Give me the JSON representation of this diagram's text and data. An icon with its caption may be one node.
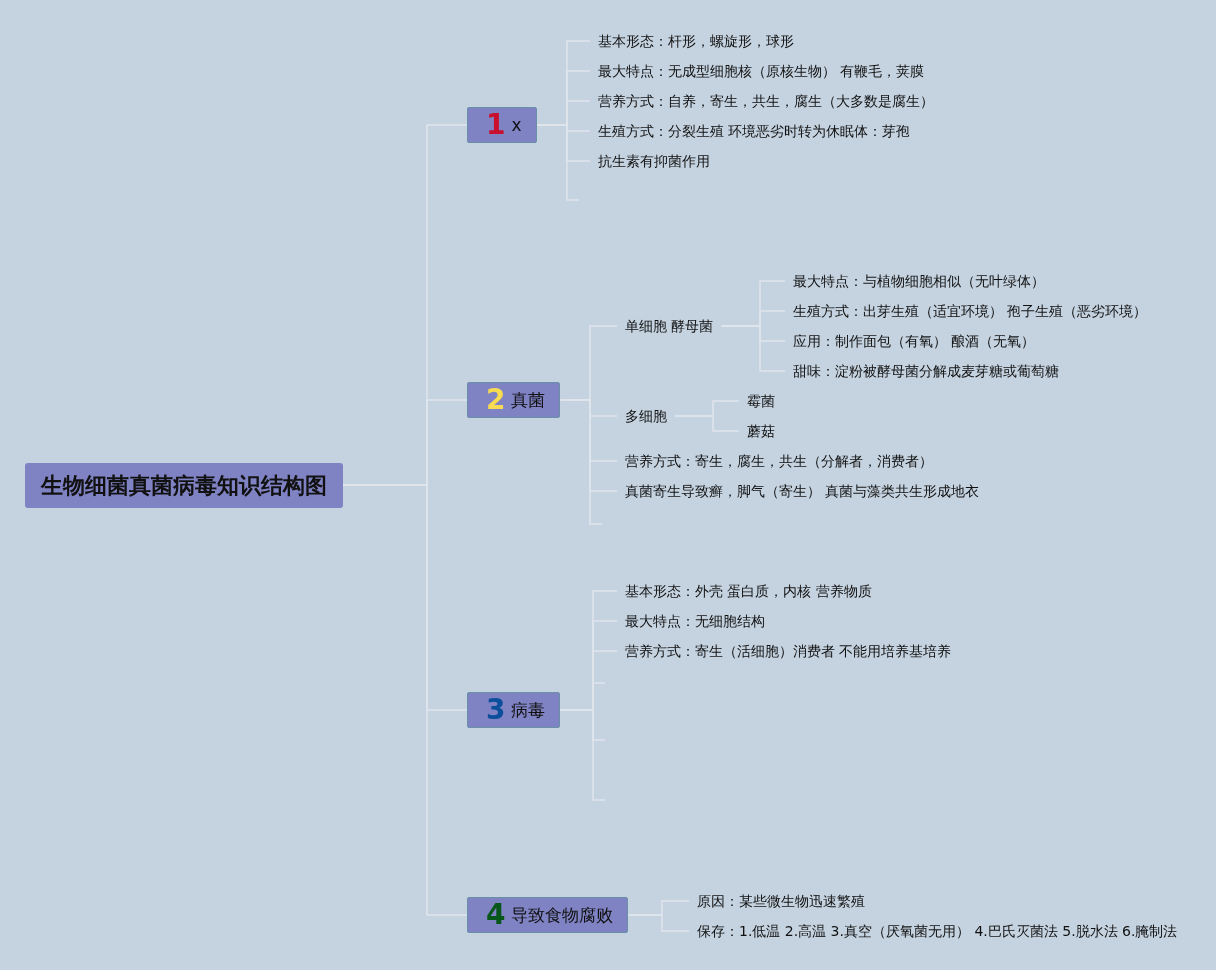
{
  "diagram": {
    "nodes": [
      {
        "text": [
          "生物细菌真菌病毒知识结构图"
        ]
      },
      {
        "text": [
          "1",
          "x"
        ]
      },
      {
        "text": [
          "基本形态：杆形，螺旋形，球形"
        ]
      },
      {
        "text": [
          "最大特点：无成型细胞核（原核生物） 有鞭毛，荚膜"
        ]
      },
      {
        "text": [
          "营养方式：自养，寄生，共生，腐生（大多数是腐生）"
        ]
      },
      {
        "text": [
          "生殖方式：分裂生殖 环境恶劣时转为休眠体：芽孢"
        ]
      },
      {
        "text": [
          "抗生素有抑菌作用"
        ]
      },
      {
        "text": [
          "2",
          "真菌"
        ]
      },
      {
        "text": [
          "单细胞 酵母菌"
        ]
      },
      {
        "text": [
          "最大特点：与植物细胞相似（无叶绿体）"
        ]
      },
      {
        "text": [
          "生殖方式：出芽生殖（适宜环境） 孢子生殖（恶劣环境）"
        ]
      },
      {
        "text": [
          "应用：制作面包（有氧） 酿酒（无氧）"
        ]
      },
      {
        "text": [
          "甜味：淀粉被酵母菌分解成麦芽糖或葡萄糖"
        ]
      },
      {
        "text": [
          "多细胞"
        ]
      },
      {
        "text": [
          "霉菌"
        ]
      },
      {
        "text": [
          "蘑菇"
        ]
      },
      {
        "text": [
          "营养方式：寄生，腐生，共生（分解者，消费者）"
        ]
      },
      {
        "text": [
          "真菌寄生导致癣，脚气（寄生） 真菌与藻类共生形成地衣"
        ]
      },
      {
        "text": [
          "3",
          "病毒"
        ]
      },
      {
        "text": [
          "基本形态：外壳 蛋白质，内核 营养物质"
        ]
      },
      {
        "text": [
          "最大特点：无细胞结构"
        ]
      },
      {
        "text": [
          "营养方式：寄生（活细胞）消费者 不能用培养基培养"
        ]
      },
      {
        "text": [
          "4",
          "导致食物腐败"
        ]
      },
      {
        "text": [
          "原因：某些微生物迅速繁殖"
        ]
      },
      {
        "text": [
          "保存：1.低温 2.高温 3.真空（厌氧菌无用） 4.巴氏灭菌法 5.脱水法 6.腌制法"
        ]
      }
    ],
    "edges": [
      {
        "from": 0,
        "to": 1,
        "arrow": "none"
      },
      {
        "from": 0,
        "to": 7,
        "arrow": "none"
      },
      {
        "from": 0,
        "to": 18,
        "arrow": "none"
      },
      {
        "from": 0,
        "to": 22,
        "arrow": "none"
      },
      {
        "from": 1,
        "to": 2,
        "arrow": "none"
      },
      {
        "from": 1,
        "to": 3,
        "arrow": "none"
      },
      {
        "from": 1,
        "to": 4,
        "arrow": "none"
      },
      {
        "from": 1,
        "to": 5,
        "arrow": "none"
      },
      {
        "from": 1,
        "to": 6,
        "arrow": "none"
      },
      {
        "from": 1,
        "to": null,
        "arrow": "none"
      },
      {
        "from": 7,
        "to": 8,
        "arrow": "none"
      },
      {
        "from": 8,
        "to": 9,
        "arrow": "none"
      },
      {
        "from": 8,
        "to": 10,
        "arrow": "none"
      },
      {
        "from": 8,
        "to": 11,
        "arrow": "none"
      },
      {
        "from": 8,
        "to": 12,
        "arrow": "none"
      },
      {
        "from": 7,
        "to": 13,
        "arrow": "none"
      },
      {
        "from": 13,
        "to": 14,
        "arrow": "none"
      },
      {
        "from": 13,
        "to": 15,
        "arrow": "none"
      },
      {
        "from": 7,
        "to": 16,
        "arrow": "none"
      },
      {
        "from": 7,
        "to": 17,
        "arrow": "none"
      },
      {
        "from": 7,
        "to": null,
        "arrow": "none"
      },
      {
        "from": 18,
        "to": 19,
        "arrow": "none"
      },
      {
        "from": 18,
        "to": 20,
        "arrow": "none"
      },
      {
        "from": 18,
        "to": 21,
        "arrow": "none"
      },
      {
        "from": 18,
        "to": null,
        "arrow": "none"
      },
      {
        "from": 18,
        "to": null,
        "arrow": "none"
      },
      {
        "from": 18,
        "to": null,
        "arrow": "none"
      },
      {
        "from": 22,
        "to": 23,
        "arrow": "none"
      },
      {
        "from": 22,
        "to": 24,
        "arrow": "none"
      }
    ]
  }
}
